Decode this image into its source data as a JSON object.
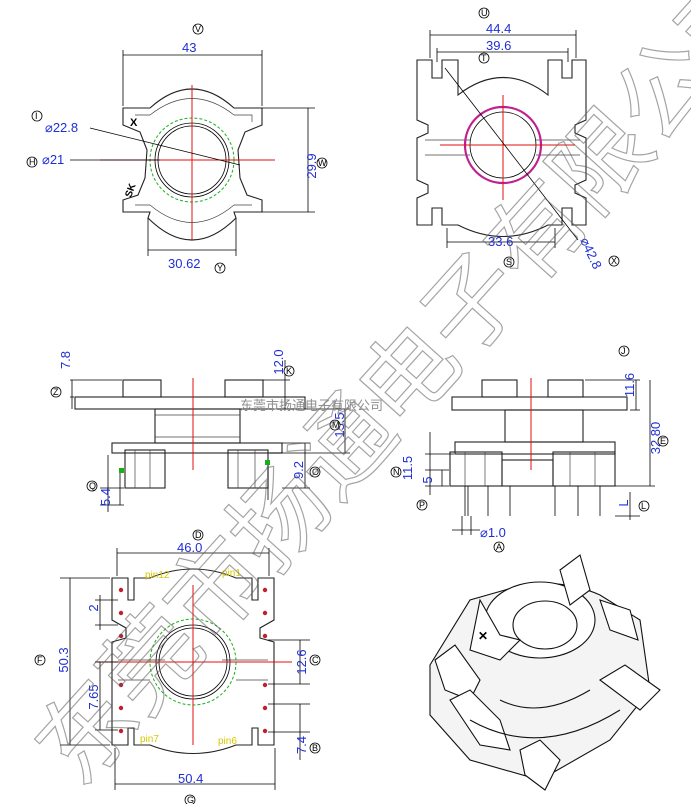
{
  "watermark": {
    "large": "东莞市扬通电子有限公司",
    "small": "东莞市扬通电子有限公司"
  },
  "top_left": {
    "width": "43",
    "d1": "⌀22.8",
    "d2": "⌀21",
    "height": "29.9",
    "bottom": "30.62",
    "letter_top": "V",
    "letter_i": "I",
    "letter_h": "H",
    "letter_w": "W",
    "letter_y": "Y",
    "mark_x": "X",
    "mark_sk": "SK"
  },
  "top_right": {
    "outer": "44.4",
    "inner": "39.6",
    "bottom": "33.6",
    "diag": "⌀42.8",
    "letter_u": "U",
    "letter_t": "T",
    "letter_s": "S",
    "letter_x": "X"
  },
  "side_left": {
    "d78": "7.8",
    "d120": "12.0",
    "d155": "15.5",
    "d92": "9.2",
    "d54": "5.4",
    "letter_z": "Z",
    "letter_k": "K",
    "letter_m": "M",
    "letter_o": "O",
    "letter_q": "Q"
  },
  "side_right": {
    "d116": "11.6",
    "d3280": "32.80",
    "d115": "11.5",
    "d5": "5",
    "dl": "L",
    "pin": "⌀1.0",
    "letter_j": "J",
    "letter_e": "E",
    "letter_n": "N",
    "letter_p": "P",
    "letter_l": "L",
    "letter_a": "A"
  },
  "bottom_left": {
    "top": "46.0",
    "height": "50.3",
    "pitch": "2",
    "d126": "12.6",
    "d765": "7.65",
    "d74": "7.4",
    "bottom": "50.4",
    "pin12": "pin12",
    "pin1": "pin1",
    "pin7": "pin7",
    "pin6": "pin6",
    "letter_d": "D",
    "letter_f": "F",
    "letter_c": "C",
    "letter_b": "B",
    "letter_g": "G"
  }
}
